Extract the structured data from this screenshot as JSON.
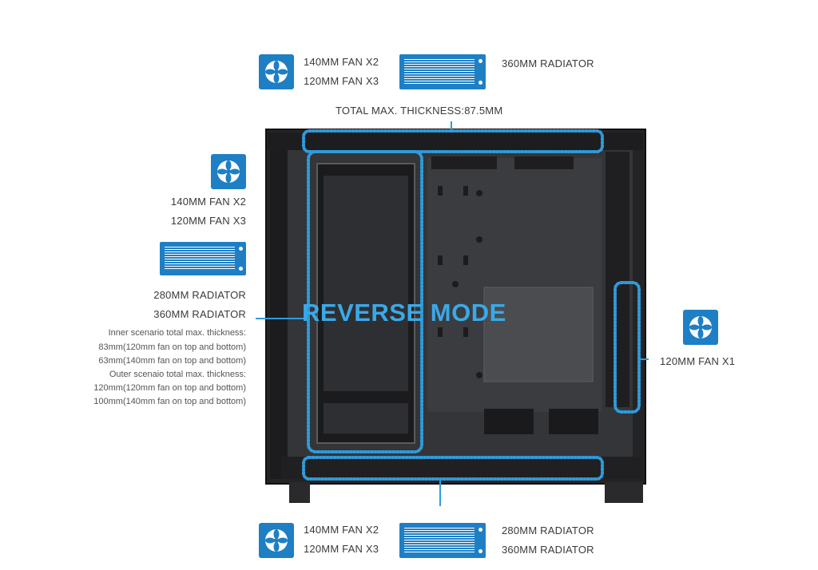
{
  "colors": {
    "accent": "#1e7fc4",
    "highlight": "#3aa9e8",
    "case": "#2b2b2d"
  },
  "top": {
    "fans": [
      "140MM FAN X2",
      "120MM FAN X3"
    ],
    "radiator": "360MM RADIATOR",
    "thickness": "TOTAL MAX. THICKNESS:87.5MM"
  },
  "left": {
    "fans": [
      "140MM FAN X2",
      "120MM FAN X3"
    ],
    "radiators": [
      "280MM RADIATOR",
      "360MM RADIATOR"
    ],
    "notes": [
      "Inner scenario total max. thickness:",
      "83mm(120mm fan on top and bottom)",
      "63mm(140mm fan on top and bottom)",
      "Outer scenaio total max. thickness:",
      "120mm(120mm fan on top and bottom)",
      "100mm(140mm fan on top and bottom)"
    ]
  },
  "mode_label": "REVERSE MODE",
  "right": {
    "fan": "120MM FAN X1"
  },
  "bottom": {
    "fans": [
      "140MM FAN X2",
      "120MM FAN X3"
    ],
    "radiators": [
      "280MM RADIATOR",
      "360MM RADIATOR"
    ]
  },
  "icons": [
    "fan-icon",
    "radiator-icon"
  ]
}
